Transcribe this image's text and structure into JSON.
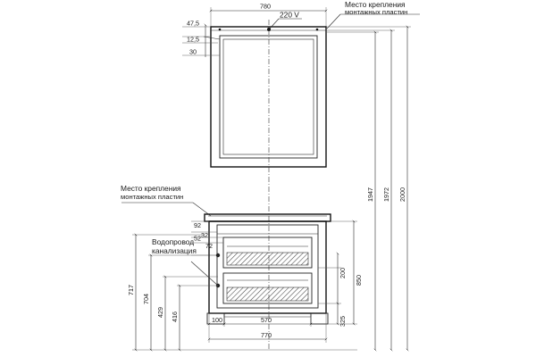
{
  "mirror": {
    "width_label": "780",
    "power_label": "220 V",
    "offset_top": "47,5",
    "offset_mid": "12,5",
    "offset_frame": "30",
    "mount_label_line1": "Место крепления",
    "mount_label_line2": "монтажных пластин"
  },
  "cabinet": {
    "mount_label_line1": "Место крепления",
    "mount_label_line2": "монтажных пластин",
    "water_label": "Водопровод",
    "sewer_label": "канализация",
    "dim_92": "92",
    "dim_52": "52",
    "dim_32": "32",
    "dim_72": "72",
    "dim_100": "100",
    "dim_570": "570",
    "dim_770": "770",
    "dim_200": "200",
    "dim_850": "850",
    "dim_325": "325",
    "dim_717": "717",
    "dim_704": "704",
    "dim_429": "429",
    "dim_416": "416"
  },
  "heights": {
    "h1947": "1947",
    "h1972": "1972",
    "h2000": "2000"
  }
}
